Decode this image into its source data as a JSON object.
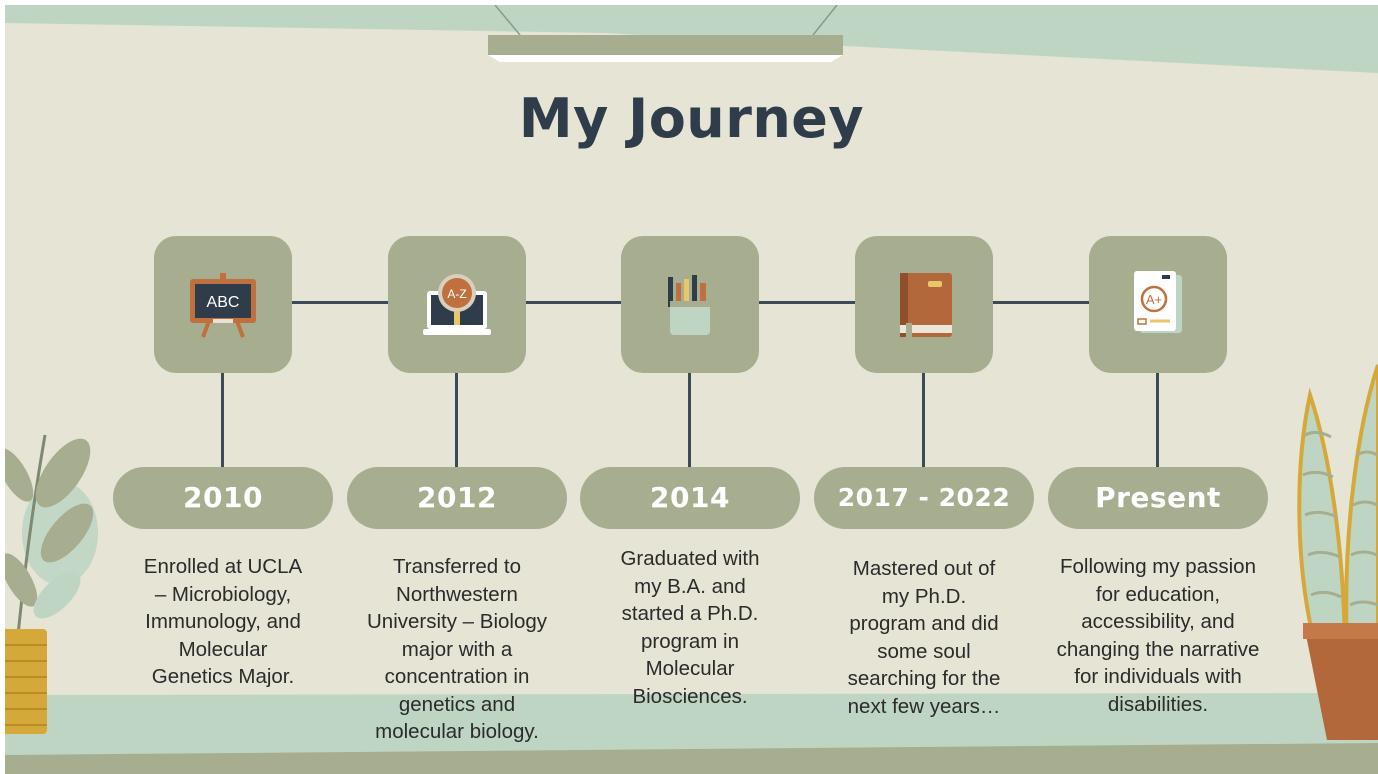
{
  "title": "My Journey",
  "colors": {
    "background": "#e5e4d5",
    "accent_sage": "#a7ae8f",
    "mint": "#bfd5c4",
    "line": "#3c4a55",
    "title_text": "#2f3d4a"
  },
  "timeline": [
    {
      "icon": "chalkboard-icon",
      "icon_text": "ABC",
      "year": "2010",
      "description": [
        "Enrolled at UCLA",
        "– Microbiology,",
        "Immunology, and",
        "Molecular",
        "Genetics Major."
      ]
    },
    {
      "icon": "laptop-dictionary-icon",
      "icon_text": "A-Z",
      "year": "2012",
      "description": [
        "Transferred to",
        "Northwestern",
        "University – Biology",
        "major with a",
        "concentration in",
        "genetics and",
        "molecular biology."
      ]
    },
    {
      "icon": "pencil-cup-icon",
      "year": "2014",
      "description": [
        "Graduated with",
        "my B.A. and",
        "started a Ph.D.",
        "program in",
        "Molecular",
        "Biosciences."
      ]
    },
    {
      "icon": "notebook-icon",
      "year": "2017 - 2022",
      "description": [
        "Mastered out of",
        "my Ph.D.",
        "program and did",
        "some soul",
        "searching for the",
        "next few years…"
      ]
    },
    {
      "icon": "graded-paper-icon",
      "icon_text": "A+",
      "year": "Present",
      "description": [
        "Following my passion",
        "for education,",
        "accessibility, and",
        "changing the narrative",
        "for individuals with",
        "disabilities."
      ]
    }
  ]
}
